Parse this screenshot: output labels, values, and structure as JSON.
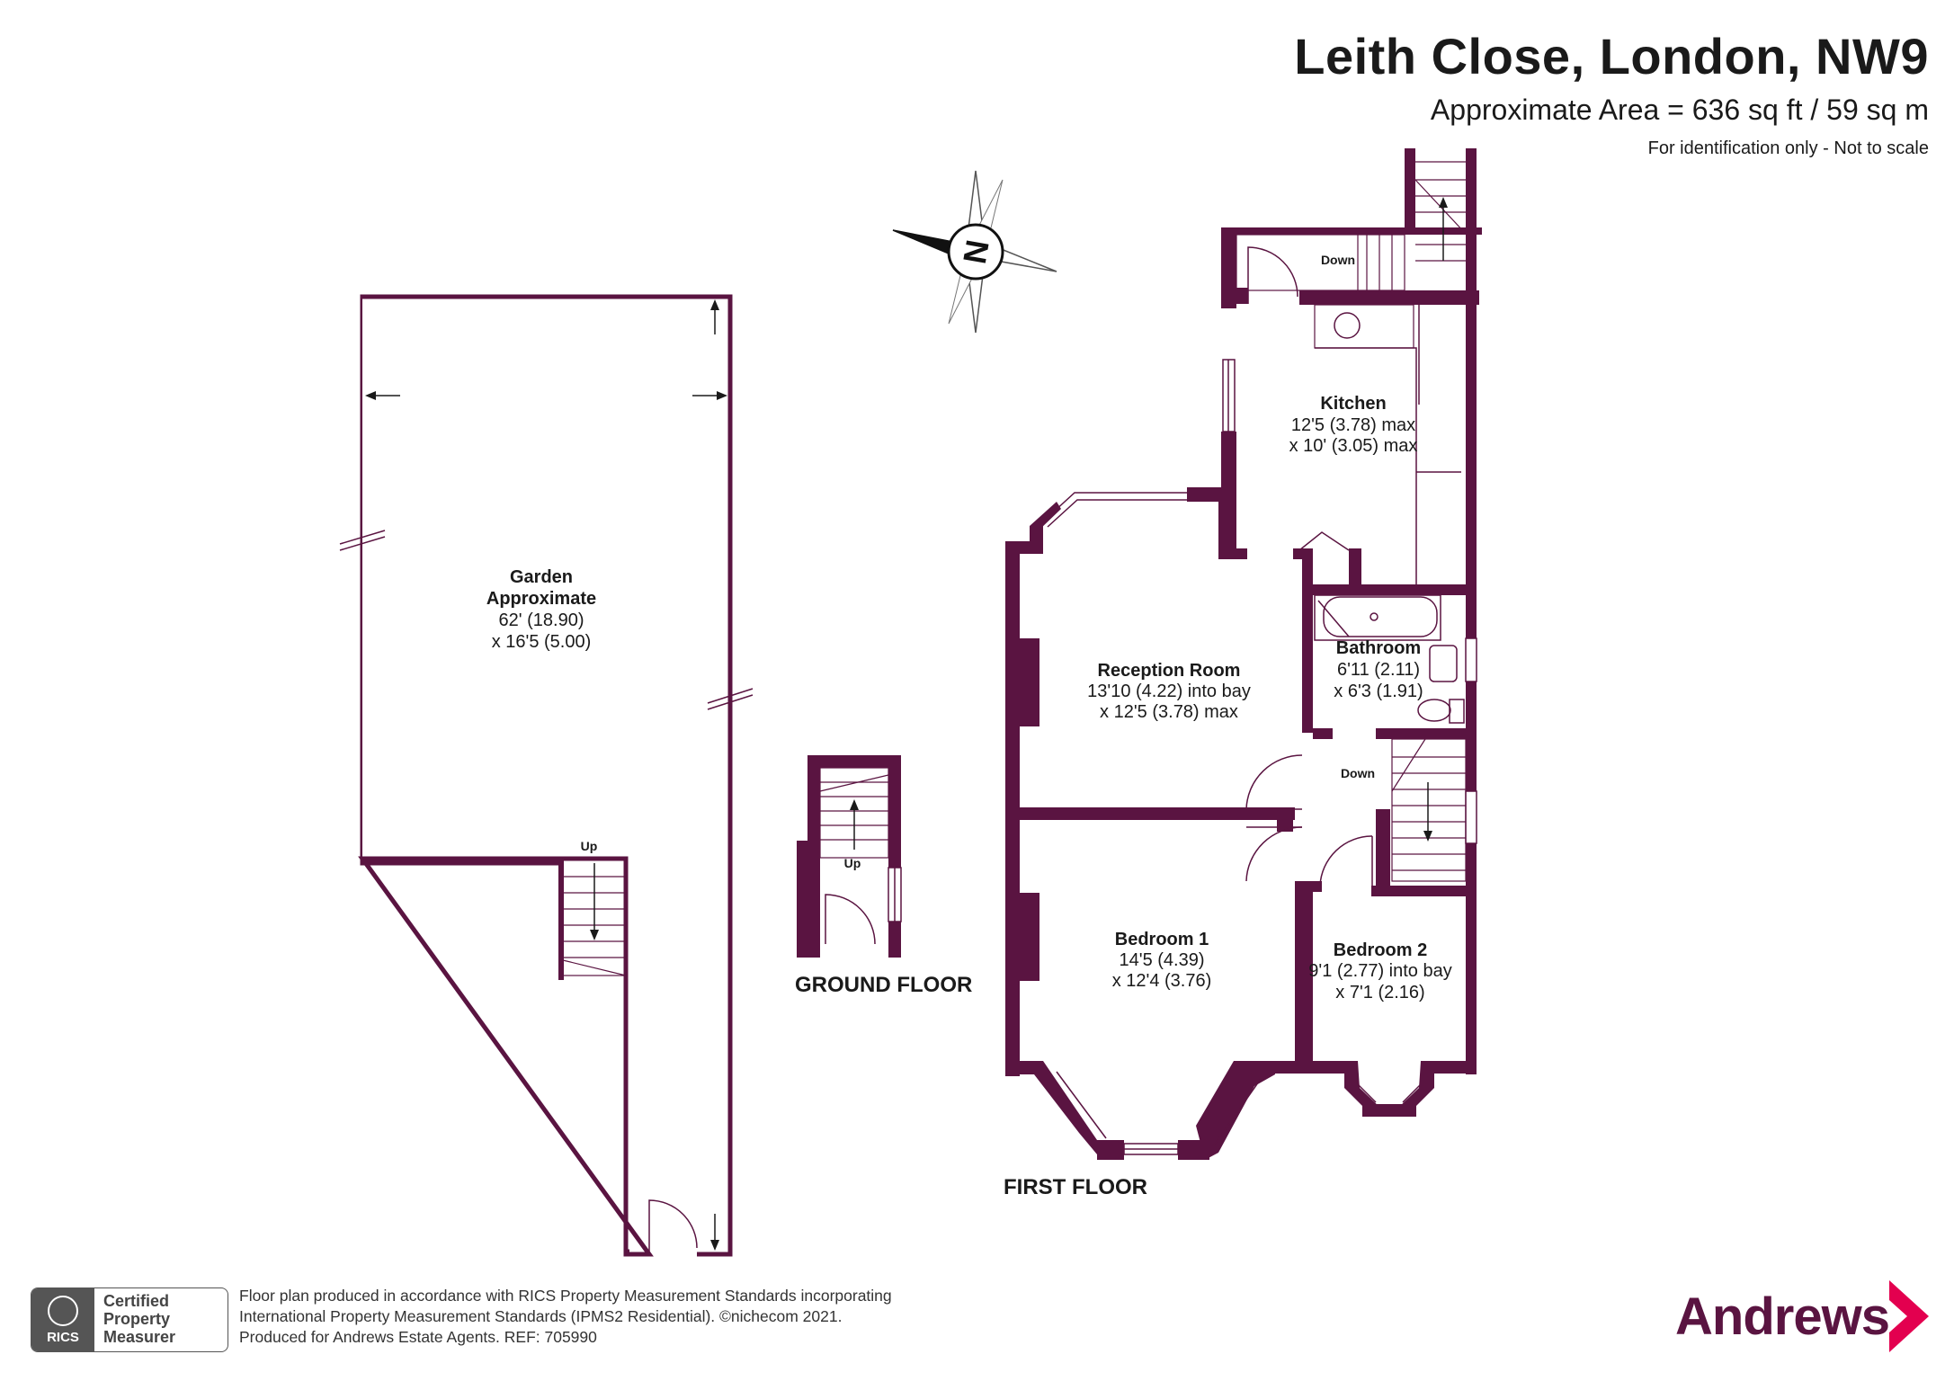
{
  "header": {
    "title": "Leith Close, London, NW9",
    "area": "Approximate Area = 636 sq ft / 59 sq m",
    "note": "For identification only - Not to scale"
  },
  "compass": {
    "label": "N"
  },
  "rooms": {
    "garden": {
      "name_line1": "Garden",
      "name_line2": "Approximate",
      "dim1": "62' (18.90)",
      "dim2": "x 16'5 (5.00)"
    },
    "kitchen": {
      "name": "Kitchen",
      "dim1": "12'5 (3.78) max",
      "dim2": "x 10' (3.05) max"
    },
    "reception": {
      "name": "Reception Room",
      "dim1": "13'10 (4.22) into bay",
      "dim2": "x 12'5 (3.78) max"
    },
    "bathroom": {
      "name": "Bathroom",
      "dim1": "6'11 (2.11)",
      "dim2": "x 6'3 (1.91)"
    },
    "bedroom1": {
      "name": "Bedroom 1",
      "dim1": "14'5 (4.39)",
      "dim2": "x 12'4 (3.76)"
    },
    "bedroom2": {
      "name": "Bedroom 2",
      "dim1": "9'1 (2.77) into bay",
      "dim2": "x 7'1 (2.16)"
    }
  },
  "stairs": {
    "down_top": "Down",
    "down_landing": "Down",
    "up_garden": "Up",
    "up_ground": "Up"
  },
  "floors": {
    "ground": "GROUND FLOOR",
    "first": "FIRST FLOOR"
  },
  "footer": {
    "line1": "Floor plan produced in accordance with RICS Property Measurement Standards incorporating",
    "line2": "International Property Measurement Standards (IPMS2 Residential).  ©nichecom 2021.",
    "line3": "Produced for Andrews Estate Agents.   REF:   705990",
    "rics_short": "RICS",
    "rics_line1": "Certified",
    "rics_line2": "Property",
    "rics_line3": "Measurer"
  },
  "brand": {
    "name": "Andrews"
  },
  "colors": {
    "wall": "#5a1441",
    "accent": "#e3004f"
  }
}
